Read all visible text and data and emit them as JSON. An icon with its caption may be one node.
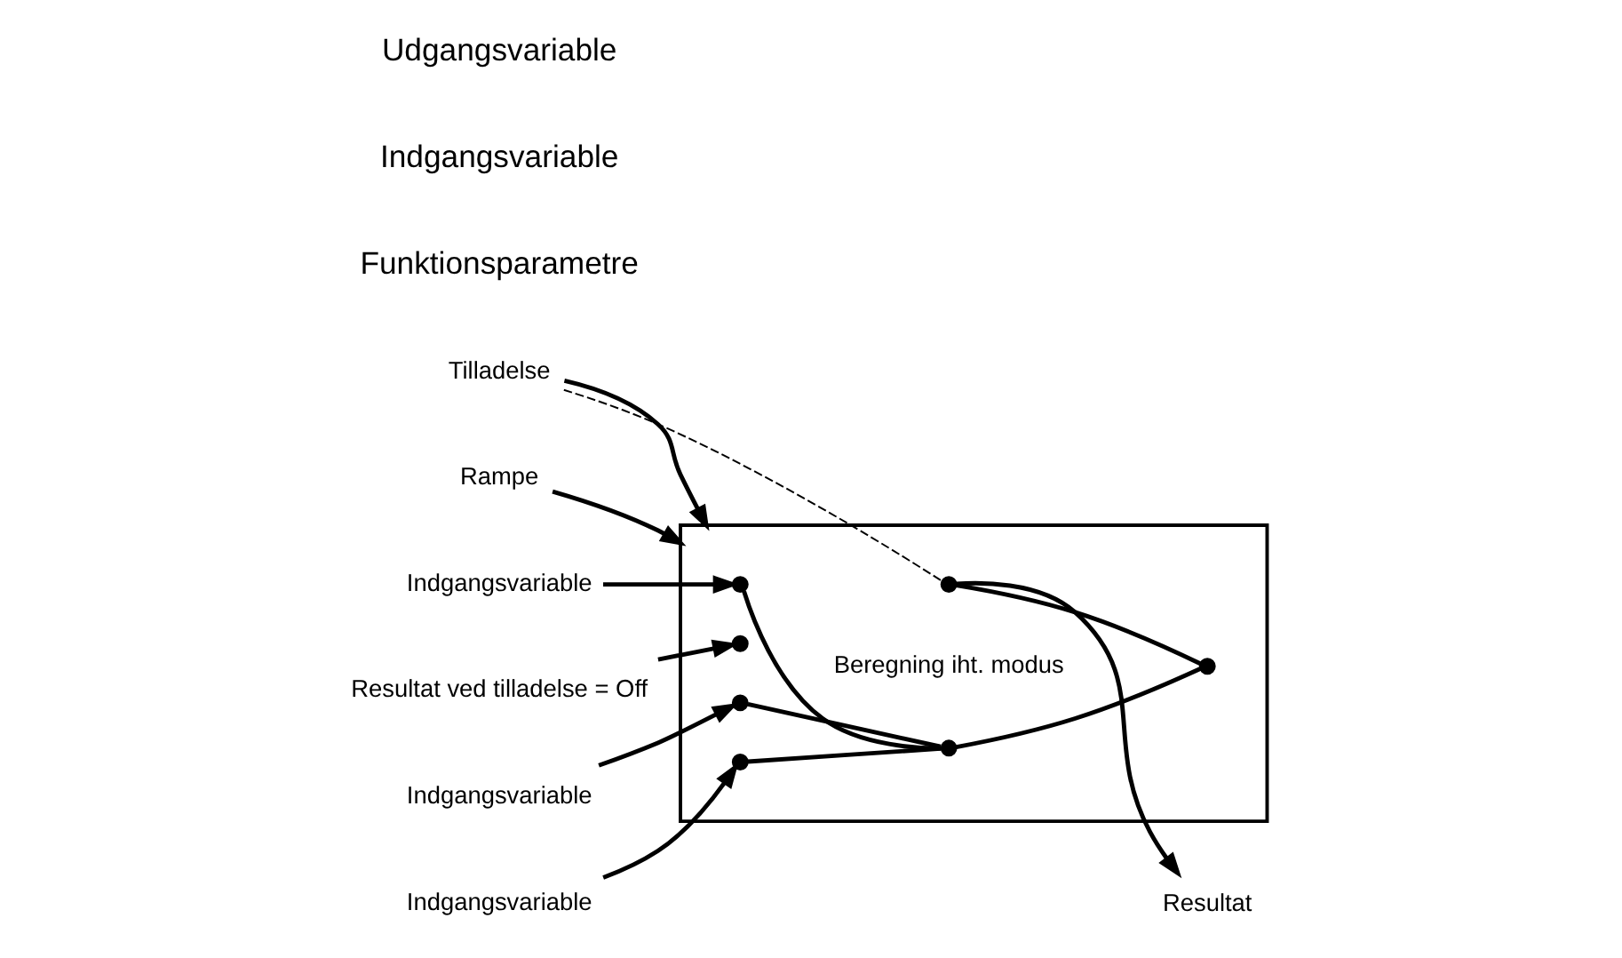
{
  "diagram": {
    "nodes": [
      {
        "text": [
          "Rampe"
        ]
      },
      {
        "text": [],
        "shape": "box"
      },
      {
        "text": [
          "Tilladelse"
        ]
      },
      {
        "text": [
          "Resultat ved tilladelse = Off"
        ]
      },
      {
        "text": [
          "Indgangsvariable"
        ]
      },
      {
        "text": [
          "Indgangsvariable"
        ]
      },
      {
        "text": [
          "Indgangsvariable"
        ]
      },
      {
        "text": [
          "Resultat"
        ]
      },
      {
        "text": [],
        "shape": "circle",
        "in": 1
      },
      {
        "text": [],
        "shape": "circle",
        "in": 1
      },
      {
        "text": [],
        "shape": "circle",
        "in": 1
      },
      {
        "text": [],
        "shape": "circle",
        "in": 1,
        "beside": [
          "Beregning iht. modus"
        ]
      },
      {
        "text": [],
        "shape": "circle",
        "in": 1
      },
      {
        "text": [],
        "shape": "circle",
        "in": 1
      },
      {
        "text": [],
        "shape": "circle",
        "in": 1
      }
    ],
    "edges": [
      {
        "from": 0,
        "to": 1,
        "arrow": "to"
      },
      {
        "from": 2,
        "to": 1,
        "arrow": "to"
      },
      {
        "from": 2,
        "to": 14,
        "arrow": "none",
        "style": "dashed"
      },
      {
        "from": 3,
        "to": 13,
        "arrow": "to"
      },
      {
        "from": 4,
        "to": 8,
        "arrow": "to"
      },
      {
        "from": 5,
        "to": 9,
        "arrow": "to"
      },
      {
        "from": 6,
        "to": 10,
        "arrow": "to"
      },
      {
        "from": 8,
        "to": 11,
        "arrow": "none"
      },
      {
        "from": 9,
        "to": 11,
        "arrow": "none"
      },
      {
        "from": 10,
        "to": 11,
        "arrow": "none"
      },
      {
        "from": 11,
        "to": 12,
        "arrow": "none"
      },
      {
        "from": 14,
        "to": 12,
        "arrow": "none"
      },
      {
        "from": 14,
        "to": 7,
        "arrow": "to"
      }
    ],
    "labels": [
      "Funktionsparametre",
      "Indgangsvariable",
      "Udgangsvariable"
    ]
  }
}
